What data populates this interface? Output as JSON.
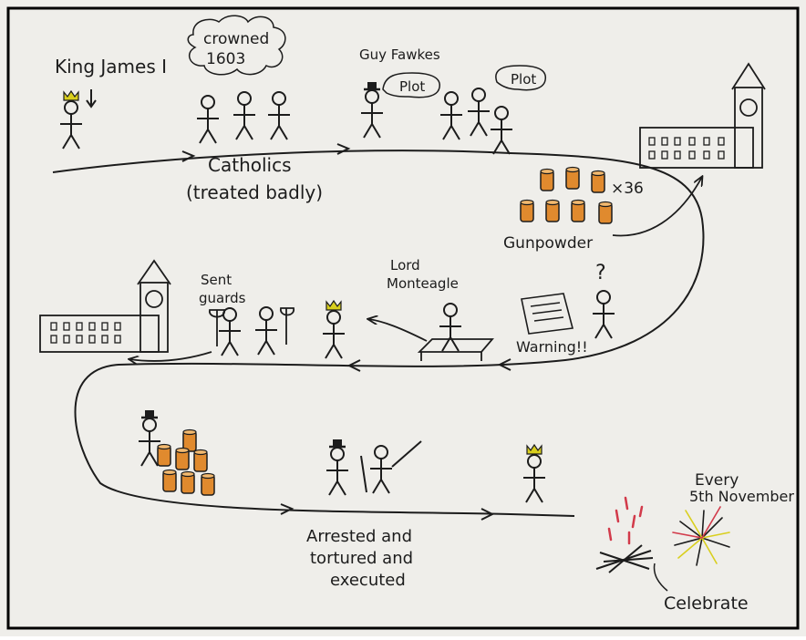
{
  "labels": {
    "king_title": "King James I",
    "crowned": "crowned",
    "crowned_year": "1603",
    "catholics": "Catholics",
    "treated_badly": "(treated badly)",
    "guy_fawkes": "Guy Fawkes",
    "plot1": "Plot",
    "plot2": "Plot",
    "times36": "×36",
    "gunpowder": "Gunpowder",
    "question": "?",
    "warning": "Warning!!",
    "lord": "Lord",
    "monteagle": "Monteagle",
    "sent": "Sent",
    "guards": "guards",
    "arrested_1": "Arrested and",
    "arrested_2": "tortured and",
    "arrested_3": "executed",
    "every": "Every",
    "fifth_november": "5th November",
    "celebrate": "Celebrate"
  },
  "colors": {
    "paper": "#efeeea",
    "ink": "#1c1c1c",
    "crown": "#d9cf1e",
    "barrel": "#e08a2e",
    "fire_red": "#d23a4a",
    "border": "#000000"
  }
}
